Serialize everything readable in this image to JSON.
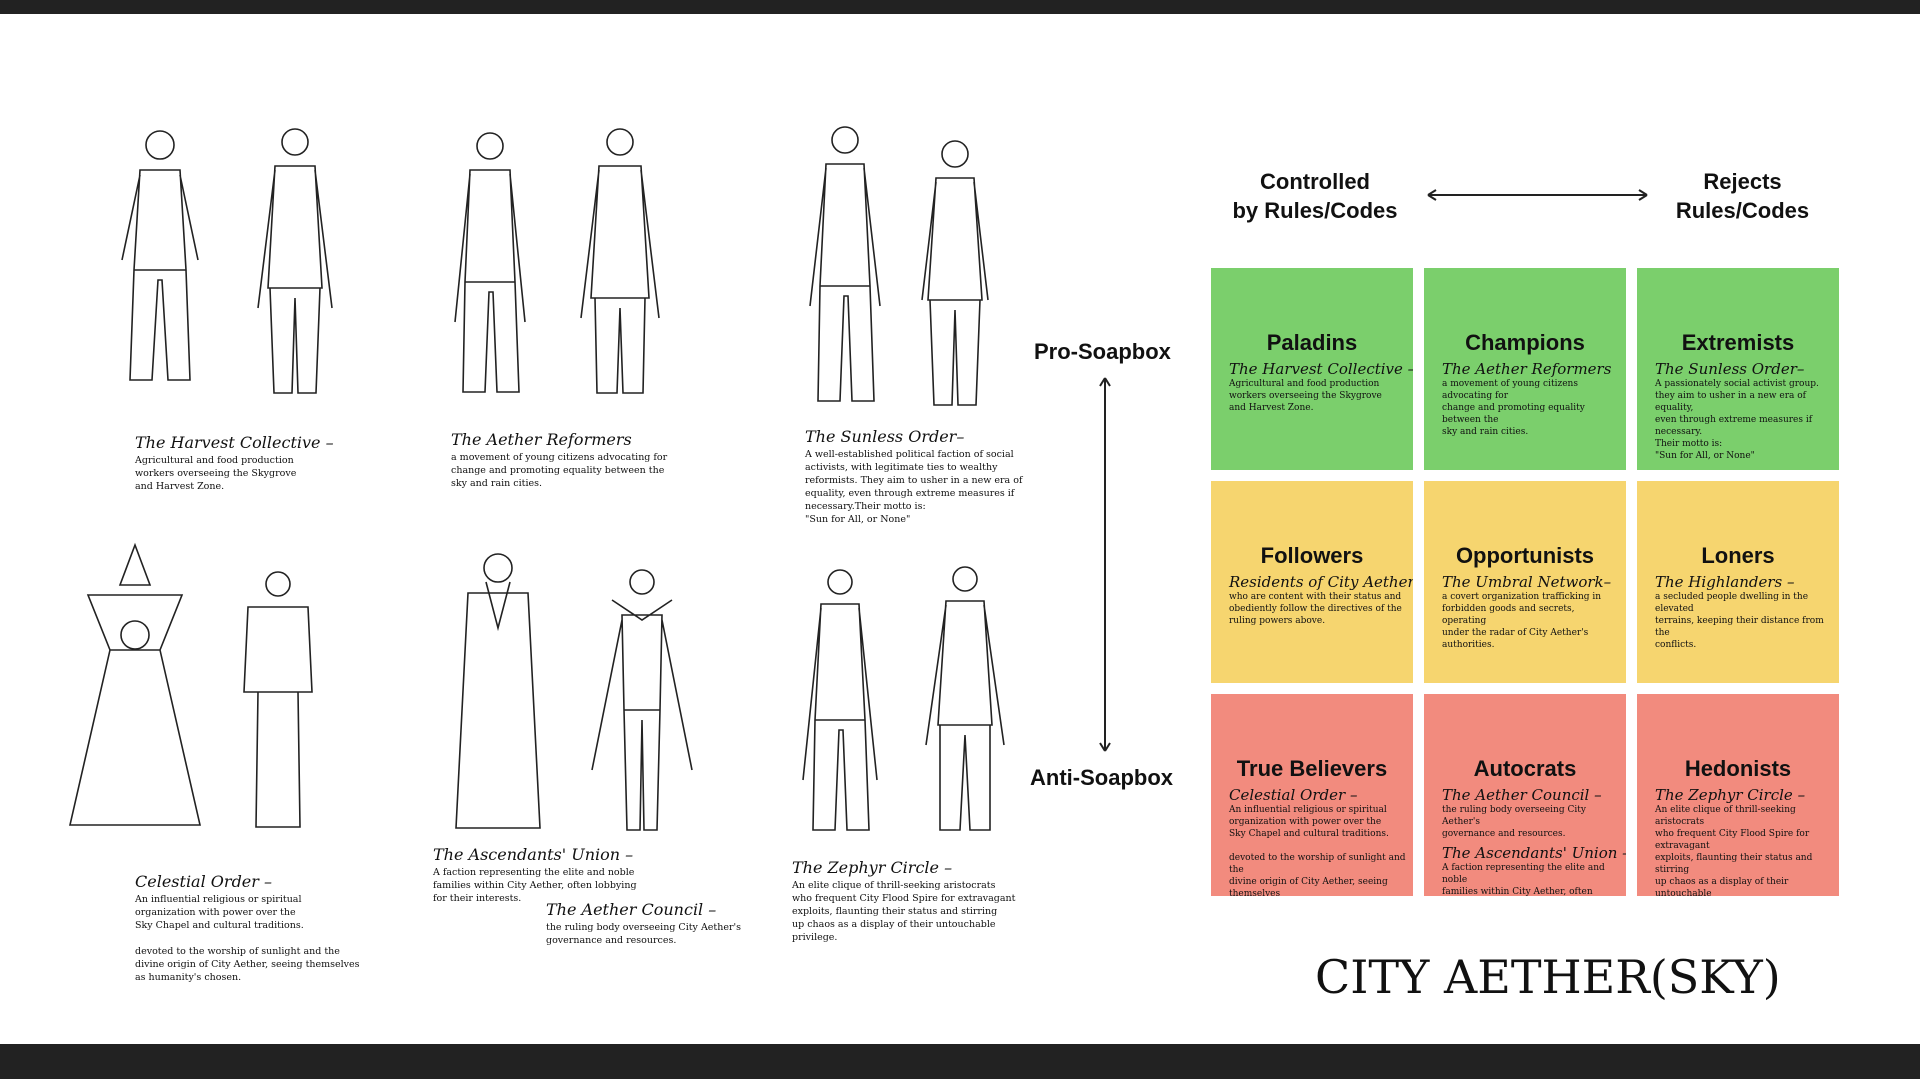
{
  "title": "CITY AETHER(SKY)",
  "axes": {
    "left_label": "Controlled\nby Rules/Codes",
    "right_label": "Rejects\nRules/Codes",
    "top_label": "Pro-Soapbox",
    "bottom_label": "Anti-Soapbox"
  },
  "characters": [
    {
      "title": "The Harvest Collective –",
      "desc": "Agricultural and food production\nworkers overseeing the Skygrove\nand Harvest Zone."
    },
    {
      "title": "The Aether Reformers",
      "desc": "a movement of young citizens advocating for\nchange and promoting equality between the\nsky and rain cities."
    },
    {
      "title": "The Sunless Order–",
      "desc": "A well-established political faction of social\nactivists, with legitimate ties to wealthy\nreformists. They aim to usher in a new era of\nequality, even through extreme measures if\nnecessary.Their motto is:\n\"Sun for All, or None\""
    },
    {
      "title": "Celestial Order –",
      "desc": "An influential religious or spiritual\norganization with power over the\nSky Chapel and cultural traditions.\n\ndevoted to the worship of sunlight and the\ndivine origin of City Aether, seeing themselves\nas humanity's chosen."
    },
    {
      "title": "The Ascendants' Union –",
      "desc": "A faction representing the elite and noble\nfamilies within City Aether, often lobbying\nfor their interests."
    },
    {
      "title": "The Aether Council –",
      "desc": "the ruling body overseeing City Aether's\ngovernance and resources."
    },
    {
      "title": "The Zephyr Circle –",
      "desc": "An elite clique of thrill-seeking aristocrats\nwho frequent City Flood Spire for extravagant\nexploits, flaunting their status and stirring\nup chaos as a display of their untouchable\nprivilege."
    }
  ],
  "grid": [
    {
      "heading": "Paladins",
      "color": "#7bcf6c",
      "groups": [
        {
          "title": "The Harvest Collective –",
          "desc": "Agricultural and food production\nworkers overseeing the Skygrove\nand Harvest Zone."
        }
      ]
    },
    {
      "heading": "Champions",
      "color": "#7bcf6c",
      "groups": [
        {
          "title": "The Aether Reformers",
          "desc": "a movement of young citizens advocating for\nchange and promoting equality between the\nsky and rain cities."
        }
      ]
    },
    {
      "heading": "Extremists",
      "color": "#7bcf6c",
      "groups": [
        {
          "title": "The Sunless Order–",
          "desc": "A passionately social activist group.\nthey aim to usher in a new era of equality,\neven through extreme measures if necessary.\nTheir motto is:\n\"Sun for All, or None\""
        }
      ]
    },
    {
      "heading": "Followers",
      "color": "#f6d56f",
      "groups": [
        {
          "title": "Residents of City Aether –",
          "desc": "who are content with their status and\nobediently follow the directives of the\nruling powers above."
        }
      ]
    },
    {
      "heading": "Opportunists",
      "color": "#f6d56f",
      "groups": [
        {
          "title": "The Umbral Network–",
          "desc": "a covert organization trafficking in\nforbidden goods and secrets, operating\nunder the radar of City Aether's authorities."
        }
      ]
    },
    {
      "heading": "Loners",
      "color": "#f6d56f",
      "groups": [
        {
          "title": "The Highlanders –",
          "desc": "a secluded people dwelling in the elevated\nterrains, keeping their distance from the\nconflicts."
        }
      ]
    },
    {
      "heading": "True Believers",
      "color": "#f28b7e",
      "groups": [
        {
          "title": "Celestial Order –",
          "desc": "An influential religious or spiritual\norganization with power over the\nSky Chapel and cultural traditions.\n\ndevoted to the worship of sunlight and the\ndivine origin of City Aether, seeing themselves\nas humanity's chosen."
        }
      ]
    },
    {
      "heading": "Autocrats",
      "color": "#f28b7e",
      "groups": [
        {
          "title": "The Aether Council –",
          "desc": "the ruling body overseeing City Aether's\ngovernance and resources."
        },
        {
          "title": "The Ascendants' Union –",
          "desc": "A faction representing the elite and noble\nfamilies within City Aether, often lobbying\nfor their interests."
        }
      ]
    },
    {
      "heading": "Hedonists",
      "color": "#f28b7e",
      "groups": [
        {
          "title": "The Zephyr Circle –",
          "desc": "An elite clique of thrill-seeking aristocrats\nwho frequent City Flood Spire for extravagant\nexploits, flaunting their status and stirring\nup chaos as a display of their untouchable\nprivilege."
        }
      ]
    }
  ]
}
